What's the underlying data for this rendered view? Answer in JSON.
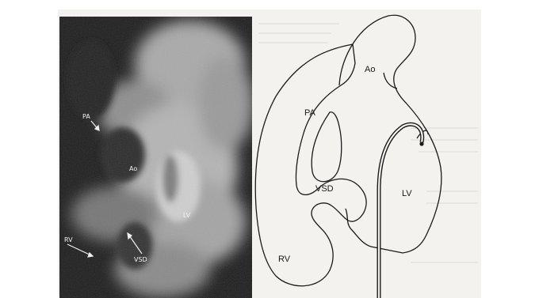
{
  "angiogram": {
    "labels": {
      "pa": "PA",
      "ao": "Ao",
      "lv": "LV",
      "rv": "RV",
      "vsd": "VSD"
    }
  },
  "drawing": {
    "labels": {
      "ao": "Ao",
      "pa": "PA",
      "vsd": "VSD",
      "lv": "LV",
      "rv": "RV"
    }
  },
  "colors": {
    "film_dark": "#1d1d1d",
    "contrast_light": "#bdbdbd",
    "paper": "#f3f2ef",
    "ink": "#1a1a1a"
  }
}
